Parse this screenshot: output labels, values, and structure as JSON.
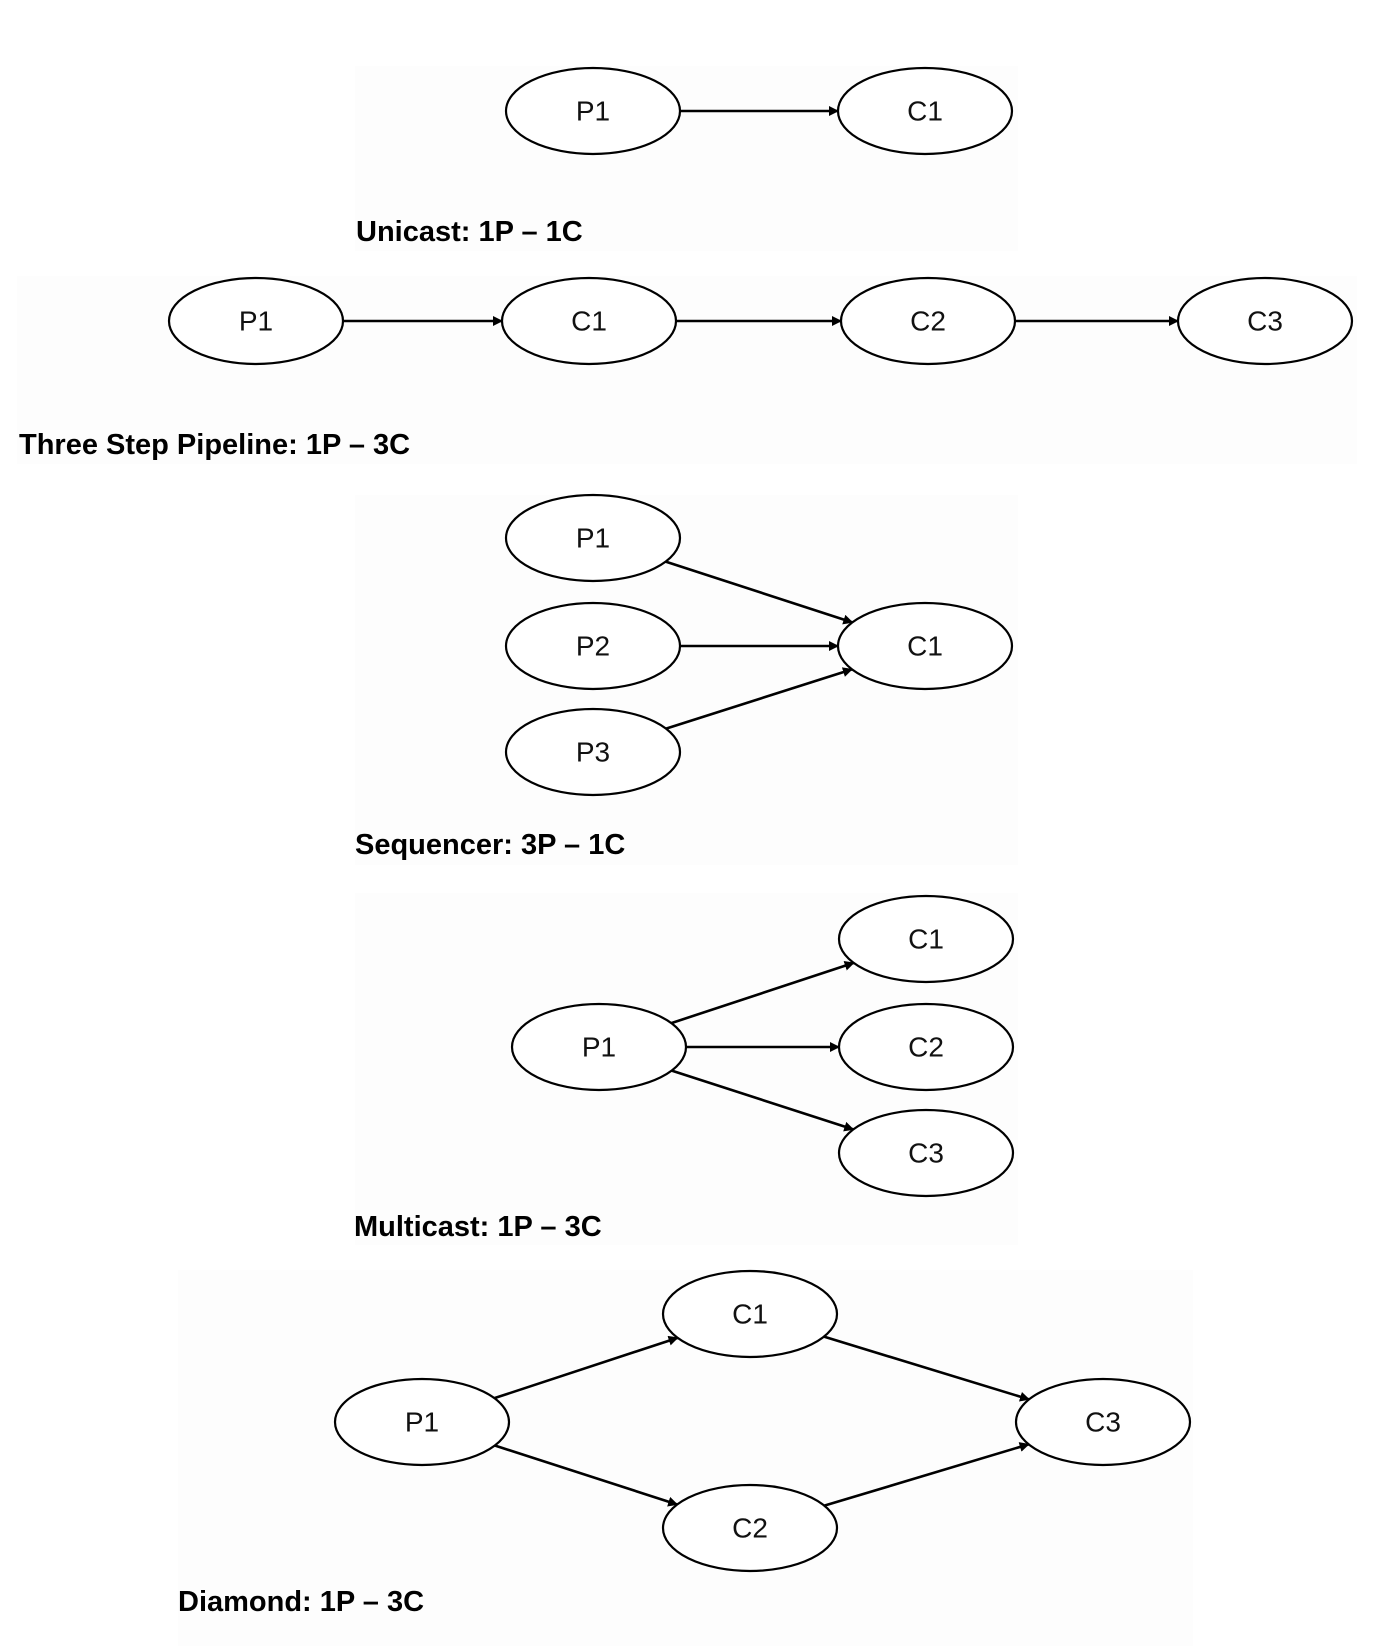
{
  "diagrams": [
    {
      "id": "unicast",
      "caption": "Unicast: 1P – 1C",
      "nodes": [
        {
          "id": "P1",
          "label": "P1"
        },
        {
          "id": "C1",
          "label": "C1"
        }
      ],
      "edges": [
        [
          "P1",
          "C1"
        ]
      ]
    },
    {
      "id": "pipeline",
      "caption": "Three Step Pipeline: 1P – 3C",
      "nodes": [
        {
          "id": "P1",
          "label": "P1"
        },
        {
          "id": "C1",
          "label": "C1"
        },
        {
          "id": "C2",
          "label": "C2"
        },
        {
          "id": "C3",
          "label": "C3"
        }
      ],
      "edges": [
        [
          "P1",
          "C1"
        ],
        [
          "C1",
          "C2"
        ],
        [
          "C2",
          "C3"
        ]
      ]
    },
    {
      "id": "sequencer",
      "caption": "Sequencer: 3P – 1C",
      "nodes": [
        {
          "id": "P1",
          "label": "P1"
        },
        {
          "id": "P2",
          "label": "P2"
        },
        {
          "id": "P3",
          "label": "P3"
        },
        {
          "id": "C1",
          "label": "C1"
        }
      ],
      "edges": [
        [
          "P1",
          "C1"
        ],
        [
          "P2",
          "C1"
        ],
        [
          "P3",
          "C1"
        ]
      ]
    },
    {
      "id": "multicast",
      "caption": "Multicast: 1P – 3C",
      "nodes": [
        {
          "id": "P1",
          "label": "P1"
        },
        {
          "id": "C1",
          "label": "C1"
        },
        {
          "id": "C2",
          "label": "C2"
        },
        {
          "id": "C3",
          "label": "C3"
        }
      ],
      "edges": [
        [
          "P1",
          "C1"
        ],
        [
          "P1",
          "C2"
        ],
        [
          "P1",
          "C3"
        ]
      ]
    },
    {
      "id": "diamond",
      "caption": "Diamond: 1P – 3C",
      "nodes": [
        {
          "id": "P1",
          "label": "P1"
        },
        {
          "id": "C1",
          "label": "C1"
        },
        {
          "id": "C2",
          "label": "C2"
        },
        {
          "id": "C3",
          "label": "C3"
        }
      ],
      "edges": [
        [
          "P1",
          "C1"
        ],
        [
          "P1",
          "C2"
        ],
        [
          "C1",
          "C3"
        ],
        [
          "C2",
          "C3"
        ]
      ]
    }
  ]
}
